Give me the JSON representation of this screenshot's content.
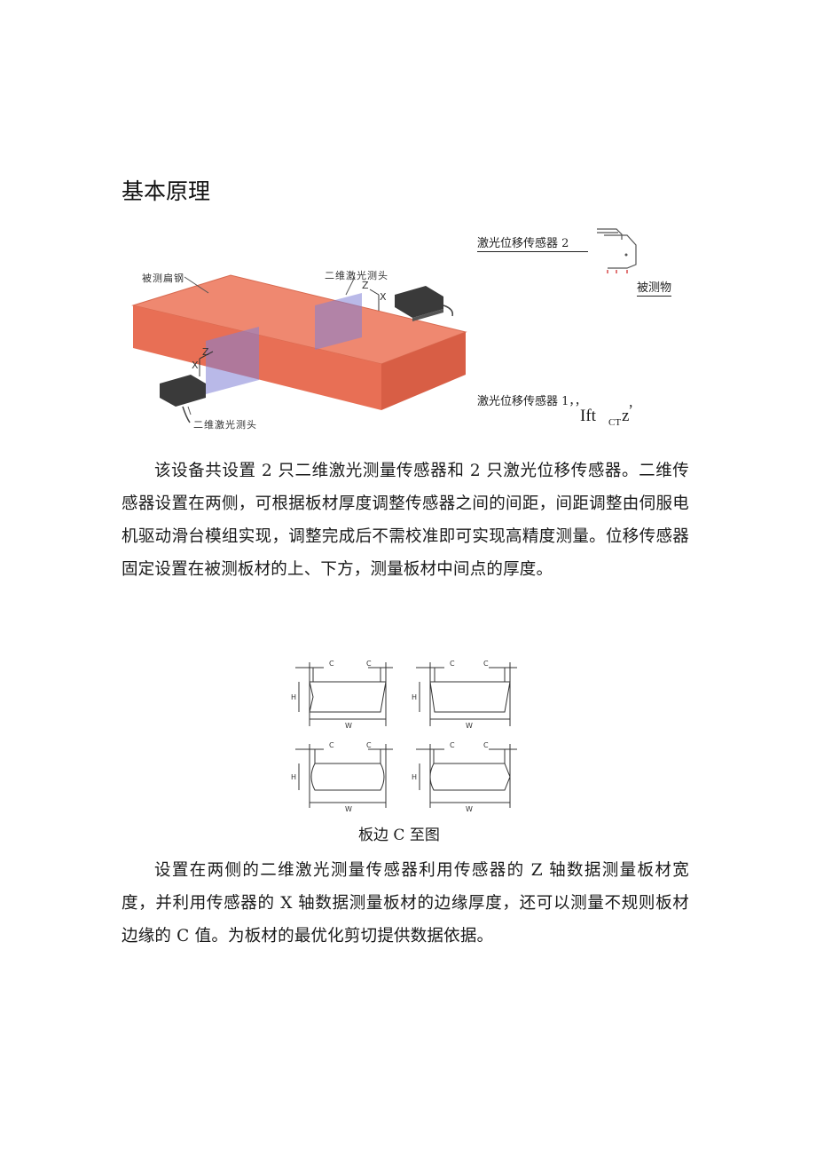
{
  "heading": "基本原理",
  "figure1": {
    "label_steel": "被测扁钢",
    "label_head_top": "二维激光测头",
    "label_head_bottom": "二维激光测头",
    "axis_z": "Z",
    "axis_x": "X"
  },
  "figure2": {
    "label_sensor2": "激光位移传感器 2",
    "label_object": "被测物",
    "label_sensor1": "激光位移传感器 1，，",
    "comma": "，",
    "ocr_text": "Ift",
    "ocr_sub": "CT",
    "ocr_z": "z"
  },
  "paragraph1": "该设备共设置 2 只二维激光测量传感器和 2 只激光位移传感器。二维传感器设置在两侧，可根据板材厚度调整传感器之间的间距，间距调整由伺服电机驱动滑台模组实现，调整完成后不需校准即可实现高精度测量。位移传感器固定设置在被测板材的上、下方，测量板材中间点的厚度。",
  "figure3": {
    "dim_c": "C",
    "dim_w": "W",
    "dim_h": "H"
  },
  "caption": "板边 C 至图",
  "paragraph2": "设置在两侧的二维激光测量传感器利用传感器的 Z 轴数据测量板材宽度，并利用传感器的 X 轴数据测量板材的边缘厚度，还可以测量不规则板材边缘的 C 值。为板材的最优化剪切提供数据依据。"
}
